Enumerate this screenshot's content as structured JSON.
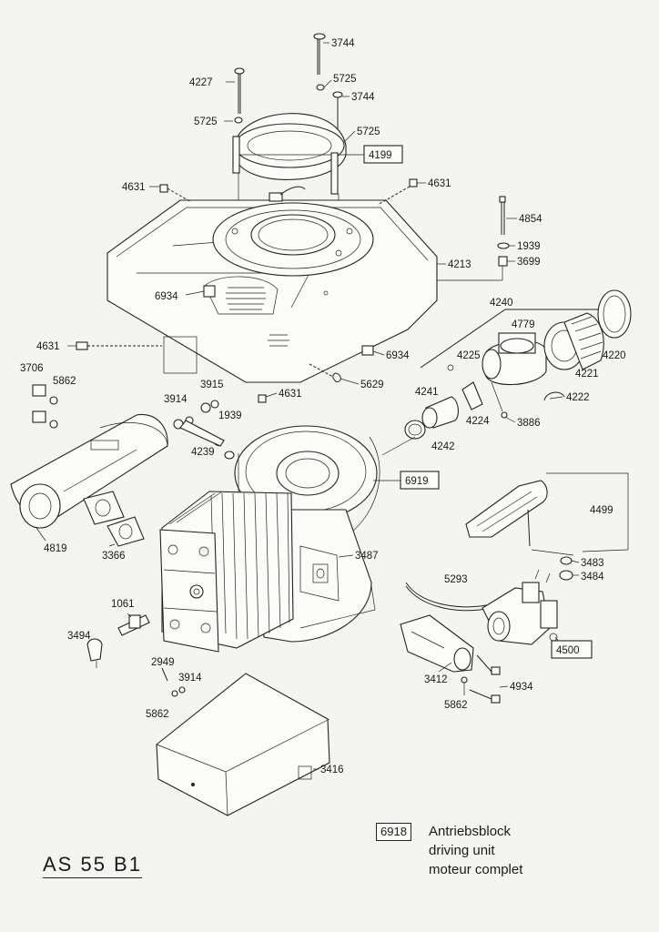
{
  "model_code": "AS 55 B1",
  "legend": {
    "code": "6918",
    "line_de": "Antriebsblock",
    "line_en": "driving unit",
    "line_fr": "moteur complet"
  },
  "part_labels": {
    "p3744a": "3744",
    "p5725a": "5725",
    "p4227": "4227",
    "p3744b": "3744",
    "p5725b": "5725",
    "p5725c": "5725",
    "p4199": "4199",
    "p4631a": "4631",
    "p4631b": "4631",
    "p4854": "4854",
    "p1939a": "1939",
    "p3699": "3699",
    "p4213": "4213",
    "p6934a": "6934",
    "p4240": "4240",
    "p4779": "4779",
    "p4631c": "4631",
    "p6934b": "6934",
    "p4225": "4225",
    "p4220": "4220",
    "p4221": "4221",
    "p3706": "3706",
    "p5862a": "5862",
    "p3915": "3915",
    "p3914a": "3914",
    "p1939b": "1939",
    "p4631d": "4631",
    "p5629": "5629",
    "p4241": "4241",
    "p4222": "4222",
    "p4224": "4224",
    "p3886": "3886",
    "p4239": "4239",
    "p4242": "4242",
    "p6919": "6919",
    "p4499": "4499",
    "p4819": "4819",
    "p3366": "3366",
    "p3487": "3487",
    "p3483": "3483",
    "p3484": "3484",
    "p5293": "5293",
    "p1061": "1061",
    "p3494": "3494",
    "p4500": "4500",
    "p2949": "2949",
    "p3914b": "3914",
    "p3412": "3412",
    "p4934": "4934",
    "p5862b": "5862",
    "p5862c": "5862",
    "p3416": "3416"
  }
}
